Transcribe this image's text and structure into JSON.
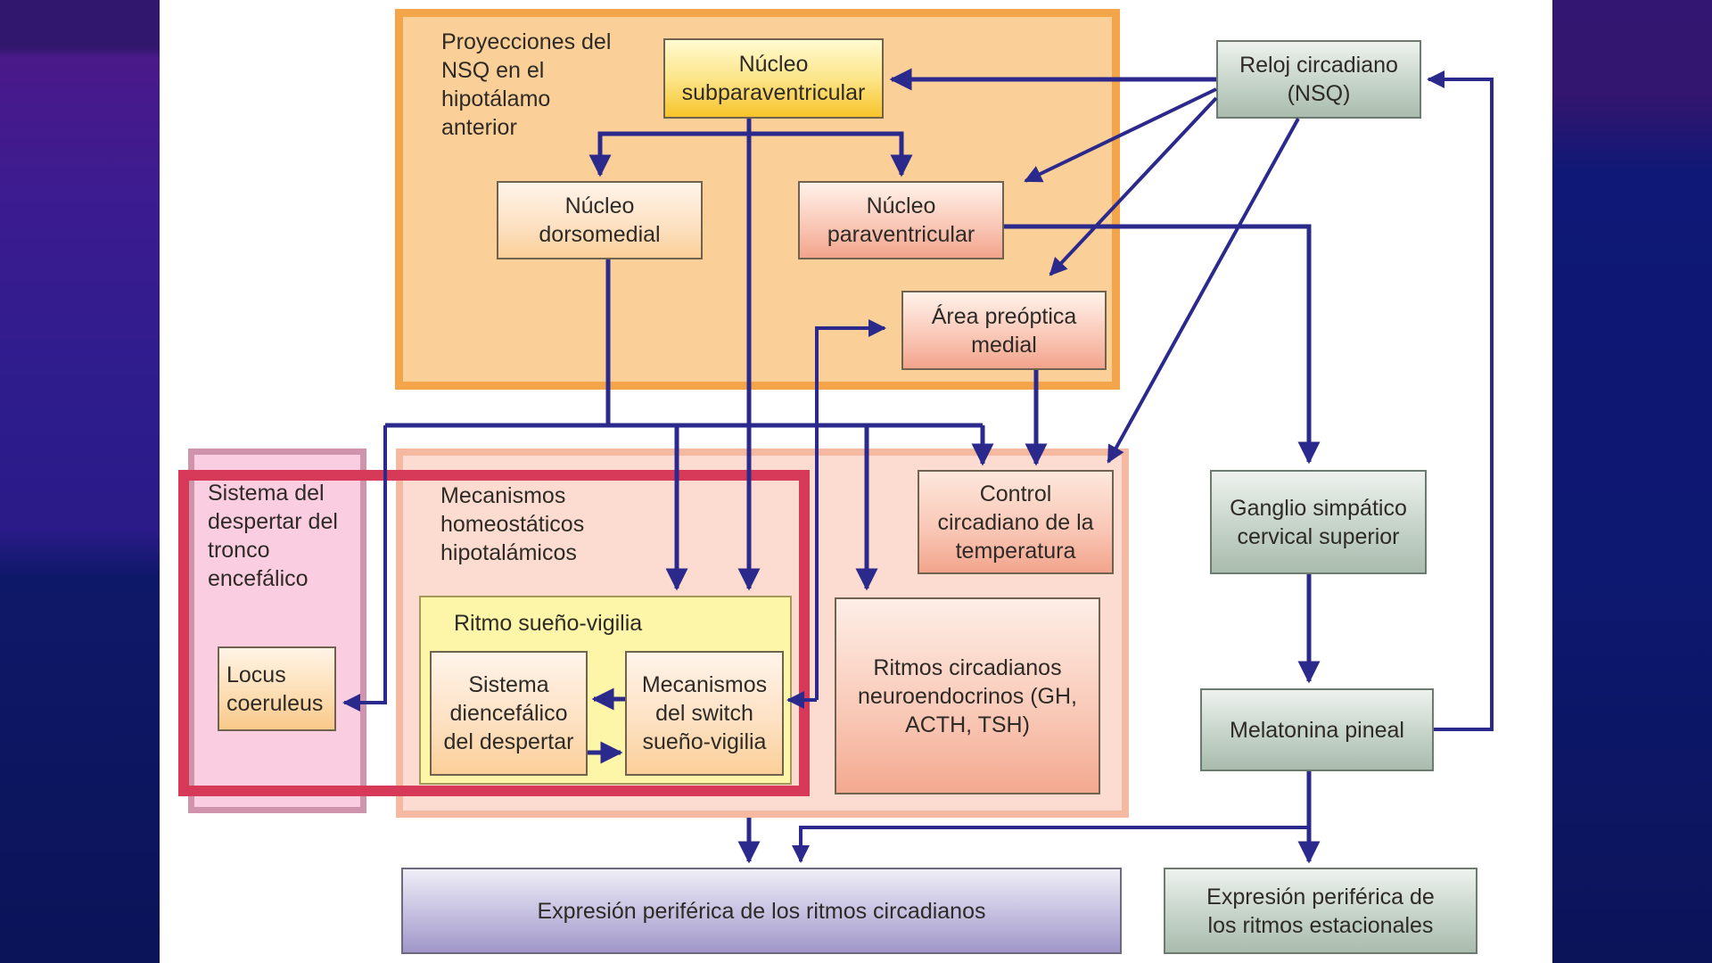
{
  "diagram": {
    "title": "Circadian rhythm regulation — SCN projections",
    "regions": {
      "nsq_projections": {
        "label": "Proyecciones del NSQ en el hipotálamo anterior",
        "lines": [
          "Proyecciones del",
          "NSQ en el",
          "hipotálamo",
          "anterior"
        ]
      },
      "brainstem_arousal": {
        "label": "Sistema del despertar del tronco encefálico",
        "lines": [
          "Sistema del",
          "despertar del",
          "tronco",
          "encefálico"
        ]
      },
      "homeostatic": {
        "label": "Mecanismos homeostáticos hipotalámicos",
        "lines": [
          "Mecanismos",
          "homeostáticos",
          "hipotalámicos"
        ]
      },
      "sleep_wake": {
        "label": "Ritmo sueño-vigilia"
      }
    },
    "nodes": {
      "subparaventricular": {
        "lines": [
          "Núcleo",
          "subparaventricular"
        ]
      },
      "dorsomedial": {
        "lines": [
          "Núcleo",
          "dorsomedial"
        ]
      },
      "paraventricular": {
        "lines": [
          "Núcleo",
          "paraventricular"
        ]
      },
      "preoptic": {
        "lines": [
          "Área preóptica",
          "medial"
        ]
      },
      "scn_clock": {
        "lines": [
          "Reloj circadiano",
          "(NSQ)"
        ]
      },
      "locus": {
        "lines": [
          "Locus",
          "coeruleus"
        ]
      },
      "diencephalic": {
        "lines": [
          "Sistema",
          "diencefálico",
          "del despertar"
        ]
      },
      "switch": {
        "lines": [
          "Mecanismos",
          "del switch",
          "sueño-vigilia"
        ]
      },
      "temperature": {
        "lines": [
          "Control",
          "circadiano de la",
          "temperatura"
        ]
      },
      "neuroendocrine": {
        "lines": [
          "Ritmos circadianos",
          "neuroendocrinos (GH,",
          "ACTH, TSH)"
        ]
      },
      "ganglion": {
        "lines": [
          "Ganglio simpático",
          "cervical superior"
        ]
      },
      "melatonin": {
        "lines": [
          "Melatonina pineal"
        ]
      },
      "peripheral_circadian": {
        "lines": [
          "Expresión periférica de los ritmos circadianos"
        ]
      },
      "peripheral_seasonal": {
        "lines": [
          "Expresión periférica de",
          "los ritmos estacionales"
        ]
      }
    },
    "edges": [
      {
        "from": "scn_clock",
        "to": "subparaventricular"
      },
      {
        "from": "scn_clock",
        "to": "paraventricular"
      },
      {
        "from": "scn_clock",
        "to": "preoptic"
      },
      {
        "from": "scn_clock",
        "to": "temperature"
      },
      {
        "from": "subparaventricular",
        "to": "dorsomedial"
      },
      {
        "from": "subparaventricular",
        "to": "paraventricular"
      },
      {
        "from": "subparaventricular",
        "to": "sleep_wake"
      },
      {
        "from": "dorsomedial",
        "to": "locus"
      },
      {
        "from": "dorsomedial",
        "to": "sleep_wake"
      },
      {
        "from": "dorsomedial",
        "to": "temperature"
      },
      {
        "from": "dorsomedial",
        "to": "neuroendocrine"
      },
      {
        "from": "preoptic",
        "to": "temperature"
      },
      {
        "from": "paraventricular",
        "to": "ganglion"
      },
      {
        "from": "ganglion",
        "to": "melatonin"
      },
      {
        "from": "melatonin",
        "to": "scn_clock"
      },
      {
        "from": "melatonin",
        "to": "peripheral_seasonal"
      },
      {
        "from": "melatonin",
        "to": "peripheral_circadian"
      },
      {
        "from": "homeostatic",
        "to": "peripheral_circadian"
      },
      {
        "from": "switch",
        "to": "diencephalic"
      },
      {
        "from": "diencephalic",
        "to": "switch"
      },
      {
        "from": "switch",
        "to": "preoptic"
      }
    ],
    "highlight": {
      "label": "red highlight frame",
      "color": "#d63a58"
    },
    "colors": {
      "arrow": "#2b2a8c",
      "nsq_region": "#fbcf98",
      "nsq_region_border": "#f4a54a",
      "pink_region": "#fbcde0",
      "salmon_region": "#fcdcd0",
      "yellow_region": "#fdf5a8",
      "green_node": "#b7c8bd",
      "purple_node": "#a59ccc",
      "highlight": "#d63a58"
    }
  }
}
